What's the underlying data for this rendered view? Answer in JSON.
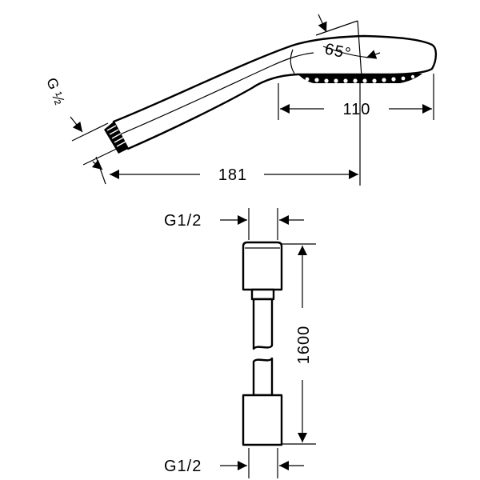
{
  "hand_shower": {
    "connection_label": "G ½",
    "angle_label": "65°",
    "head_width_label": "110",
    "overall_length_label": "181"
  },
  "hose": {
    "top_thread_label": "G1/2",
    "bottom_thread_label": "G1/2",
    "length_label": "1600"
  }
}
